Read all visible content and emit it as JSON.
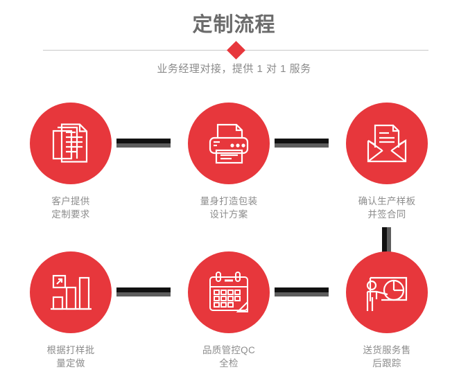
{
  "header": {
    "title": "定制流程",
    "subtitle": "业务经理对接，提供 1 对 1 服务",
    "divider_icon": "diamond-icon"
  },
  "theme": {
    "accent": "#e7373c",
    "title_color": "#6b6b6b",
    "label_color": "#8c8c8c",
    "connector_dark": "#111111",
    "connector_gray": "#5d5d5d",
    "divider_line": "#c9c9c9",
    "background": "#ffffff"
  },
  "flow": {
    "steps": [
      {
        "id": "step-1",
        "icon": "documents-stack-icon",
        "line1": "客户提供",
        "line2": "定制要求"
      },
      {
        "id": "step-2",
        "icon": "printer-icon",
        "line1": "量身打造包装",
        "line2": "设计方案"
      },
      {
        "id": "step-3",
        "icon": "envelope-document-icon",
        "line1": "确认生产样板",
        "line2": "并签合同"
      },
      {
        "id": "step-4",
        "icon": "bar-chart-growth-icon",
        "line1": "根据打样批",
        "line2": "量定做"
      },
      {
        "id": "step-5",
        "icon": "calendar-icon",
        "line1": "品质管控QC",
        "line2": "全检"
      },
      {
        "id": "step-6",
        "icon": "presentation-pie-chart-icon",
        "line1": "送货服务售",
        "line2": "后跟踪"
      }
    ],
    "connectors": [
      {
        "id": "connector-1-2",
        "orientation": "horizontal"
      },
      {
        "id": "connector-2-3",
        "orientation": "horizontal"
      },
      {
        "id": "connector-3-6",
        "orientation": "vertical"
      },
      {
        "id": "connector-4-5",
        "orientation": "horizontal"
      },
      {
        "id": "connector-5-6",
        "orientation": "horizontal"
      }
    ]
  }
}
